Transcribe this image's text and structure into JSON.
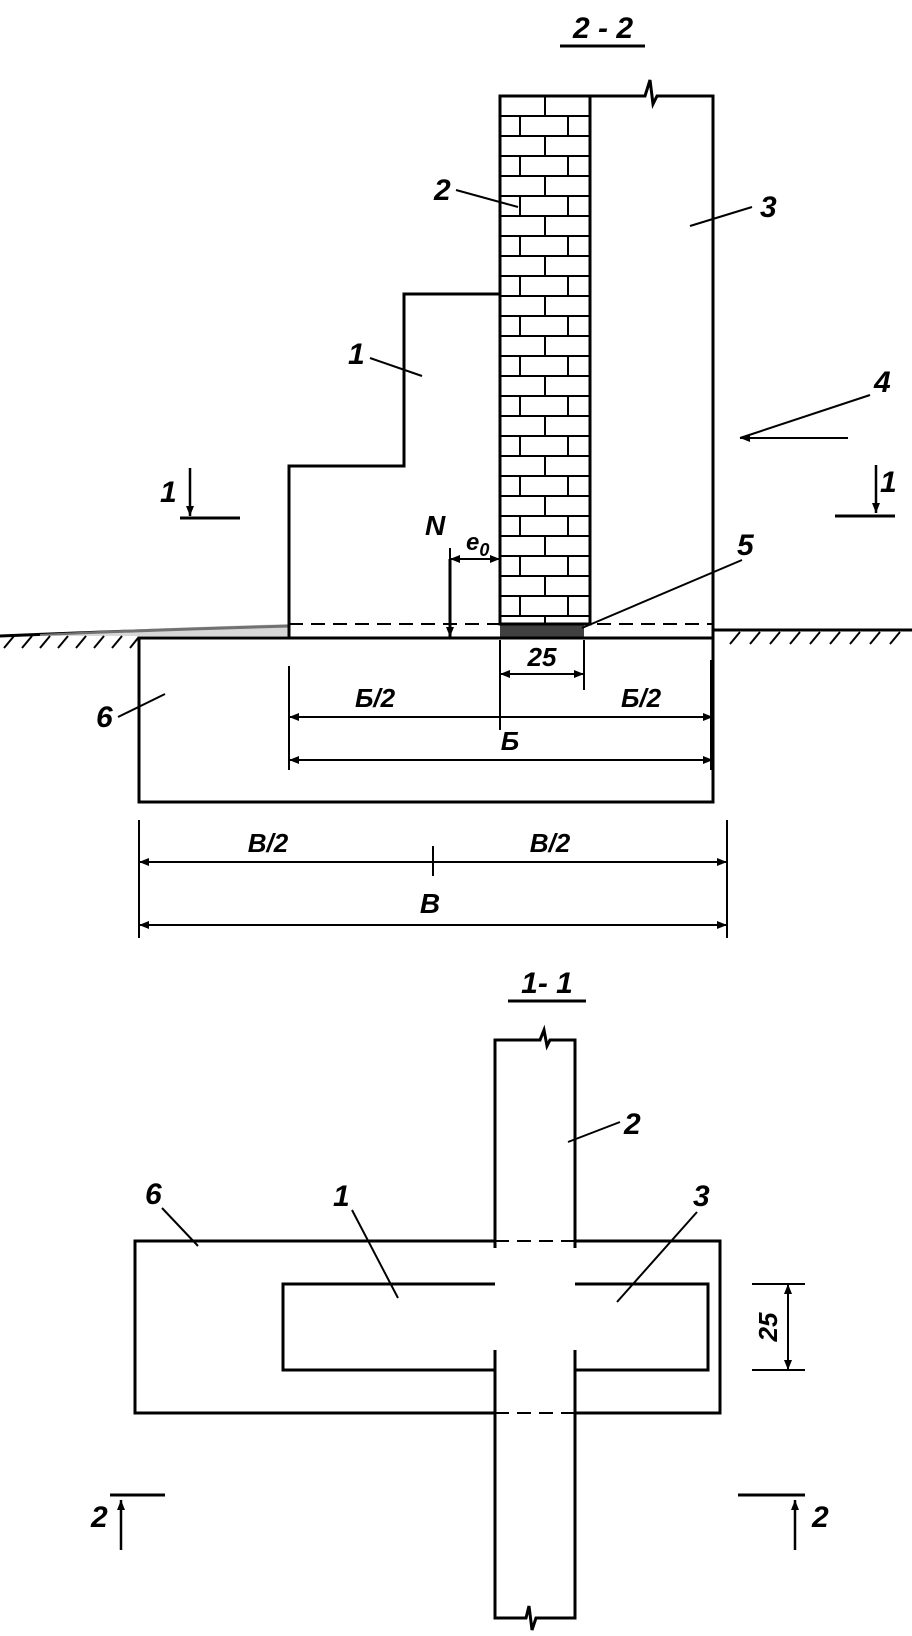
{
  "section_2_2": {
    "title": "2 - 2",
    "callouts": {
      "c1": "1",
      "c2": "2",
      "c3": "3",
      "c4": "4",
      "c5": "5",
      "c6": "6"
    },
    "cut_marks": {
      "left": "1",
      "right": "1"
    },
    "load_label": "N",
    "eccentricity_label": "e",
    "eccentricity_sub": "0",
    "dim_25": "25",
    "dim_b_half_left": "Б/2",
    "dim_b_half_right": "Б/2",
    "dim_b": "Б",
    "dim_B_half_left": "В/2",
    "dim_B_half_right": "В/2",
    "dim_B": "В"
  },
  "section_1_1": {
    "title": "1- 1",
    "callouts": {
      "c1": "1",
      "c2": "2",
      "c3": "3",
      "c6": "6"
    },
    "cut_marks": {
      "left": "2",
      "right": "2"
    },
    "dim_25": "25"
  },
  "colors": {
    "ink": "#000000",
    "paper": "#ffffff",
    "sand": "#888888"
  }
}
